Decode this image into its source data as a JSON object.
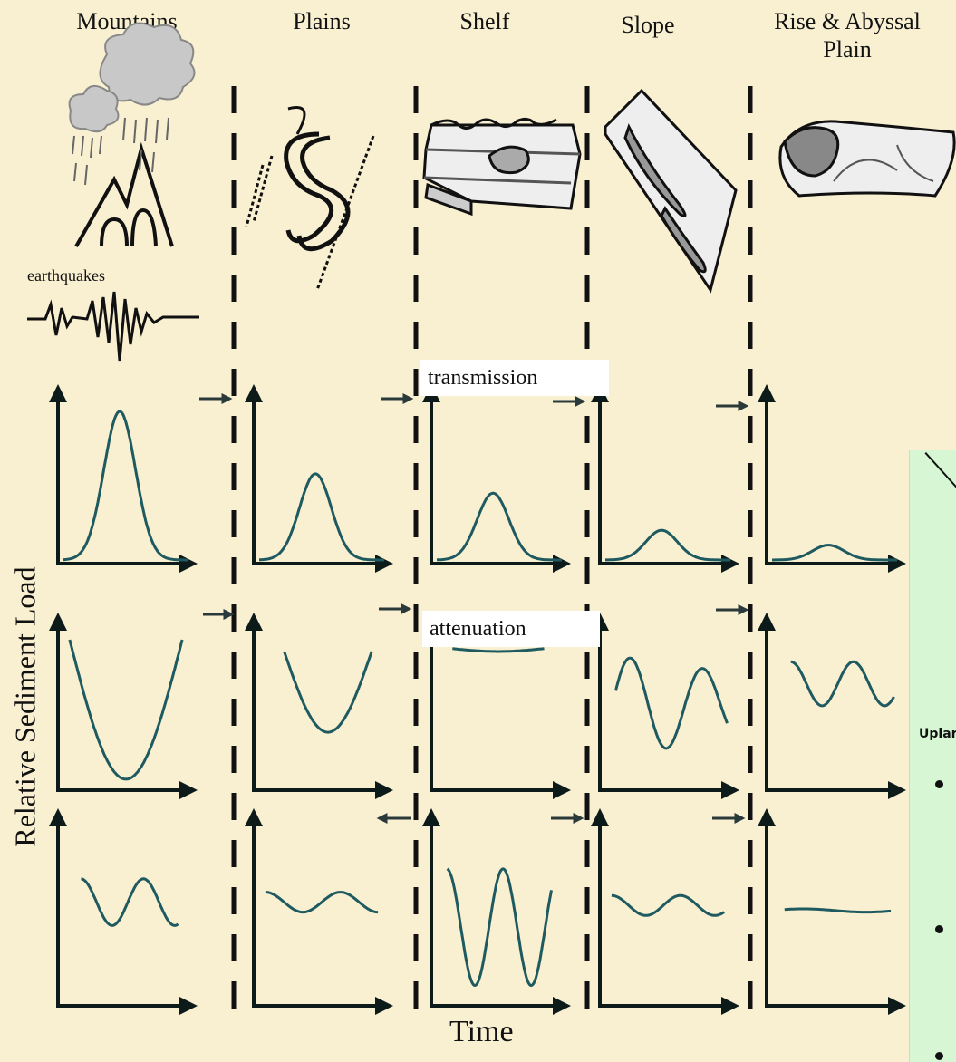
{
  "columns": [
    {
      "title": "Mountains"
    },
    {
      "title": "Plains"
    },
    {
      "title": "Shelf"
    },
    {
      "title": "Slope"
    },
    {
      "title": "Rise & Abyssal Plain"
    }
  ],
  "labels": {
    "earthquakes": "earthquakes",
    "transmission": "transmission",
    "attenuation": "attenuation",
    "y_axis": "Relative Sediment Load",
    "x_axis": "Time"
  },
  "side_panel": {
    "heading": "Uplar"
  },
  "colors": {
    "background": "#f9f0d2",
    "curve": "#1e5a60",
    "axis": "#0d1a1a",
    "side_panel": "#d7f7d4"
  }
}
